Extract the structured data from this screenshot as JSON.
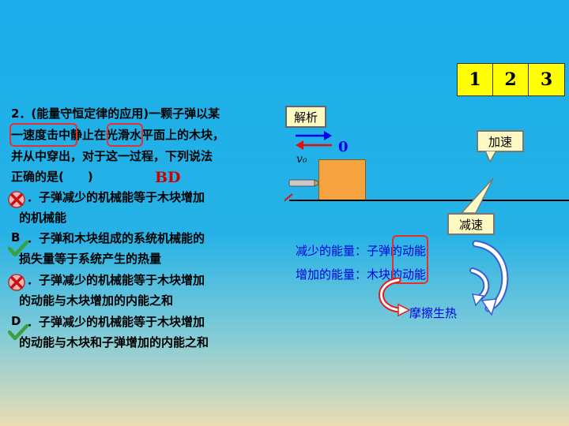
{
  "nav": {
    "pages": [
      "1",
      "2",
      "3"
    ]
  },
  "question": {
    "line1": "2．(能量守恒定律的应用)一颗子弹以某",
    "line2": "一速度击中静止在光滑水平面上的木块，",
    "line3": "并从中穿出，对于这一过程，下列说法",
    "line4": "正确的是(　　)",
    "answer": "BD"
  },
  "options": [
    {
      "letter": "",
      "line1": "．子弹减少的机械能等于木块增加",
      "line2": "的机械能",
      "mark": "wrong"
    },
    {
      "letter": "B",
      "line1": "．子弹和木块组成的系统机械能的",
      "line2": "损失量等于系统产生的热量",
      "mark": "correct"
    },
    {
      "letter": "",
      "line1": "．子弹减少的机械能等于木块增加",
      "line2": "的动能与木块增加的内能之和",
      "mark": "wrong"
    },
    {
      "letter": "D",
      "line1": "．子弹减少的机械能等于木块增加",
      "line2": "的动能与木块和子弹增加的内能之和",
      "mark": "correct"
    }
  ],
  "jiexi_label": "解析",
  "diagram": {
    "v0_label": "v₀",
    "zero_label": "0",
    "speed_up_label": "加速",
    "slow_down_label": "减速"
  },
  "analysis": {
    "line1": "减少的能量：子弹的动能",
    "line2": "增加的能量：木块的动能",
    "line3": "摩擦生热"
  },
  "colors": {
    "nav_bg": "#ffff00",
    "answer": "#cc0000",
    "analysis_text": "#0000dd",
    "highlight": "#e53030"
  }
}
